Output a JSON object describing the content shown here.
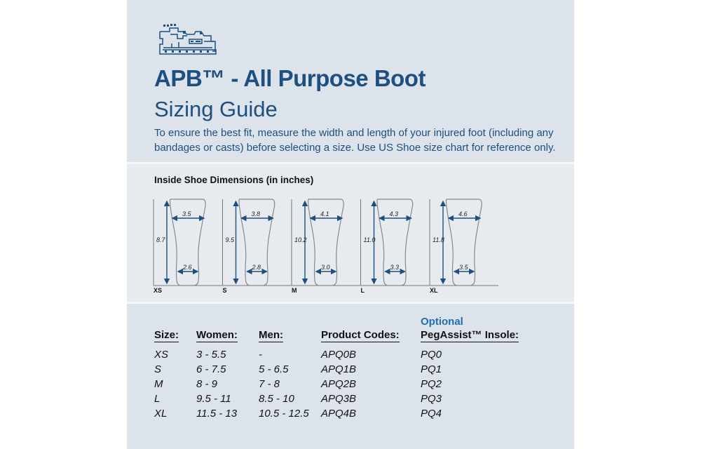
{
  "header": {
    "logo_icon": "boot-logo-icon",
    "title": "APB™ - All Purpose Boot",
    "subtitle": "Sizing Guide",
    "intro": "To ensure the best fit, measure the width and length of your injured foot (including any bandages or casts) before selecting a size. Use US Shoe size chart for reference only."
  },
  "dimensions": {
    "heading": "Inside Shoe Dimensions (in inches)",
    "diagrams": [
      {
        "size": "XS",
        "length": "8.7",
        "top_width": "3.5",
        "heel_width": "2.6"
      },
      {
        "size": "S",
        "length": "9.5",
        "top_width": "3.8",
        "heel_width": "2.8"
      },
      {
        "size": "M",
        "length": "10.2",
        "top_width": "4.1",
        "heel_width": "3.0"
      },
      {
        "size": "L",
        "length": "11.0",
        "top_width": "4.3",
        "heel_width": "3.3"
      },
      {
        "size": "XL",
        "length": "11.8",
        "top_width": "4.6",
        "heel_width": "3.5"
      }
    ]
  },
  "table": {
    "optional_label": "Optional",
    "headers": {
      "size": "Size:",
      "women": "Women:",
      "men": "Men:",
      "product_codes": "Product Codes:",
      "insole": "PegAssist™ Insole:"
    },
    "rows": [
      {
        "size": "XS",
        "women": "3 - 5.5",
        "men": "-",
        "code": "APQ0B",
        "insole": "PQ0"
      },
      {
        "size": "S",
        "women": "6 - 7.5",
        "men": "5 - 6.5",
        "code": "APQ1B",
        "insole": "PQ1"
      },
      {
        "size": "M",
        "women": "8 - 9",
        "men": "7 - 8",
        "code": "APQ2B",
        "insole": "PQ2"
      },
      {
        "size": "L",
        "women": "9.5 - 11",
        "men": "8.5 - 10",
        "code": "APQ3B",
        "insole": "PQ3"
      },
      {
        "size": "XL",
        "women": "11.5 - 13",
        "men": "10.5 - 12.5",
        "code": "APQ4B",
        "insole": "PQ4"
      }
    ]
  },
  "colors": {
    "brand_blue": "#1d4f80",
    "accent_blue": "#1f6fb2",
    "panel": "#dde3ea",
    "band": "#e7ebf0"
  }
}
